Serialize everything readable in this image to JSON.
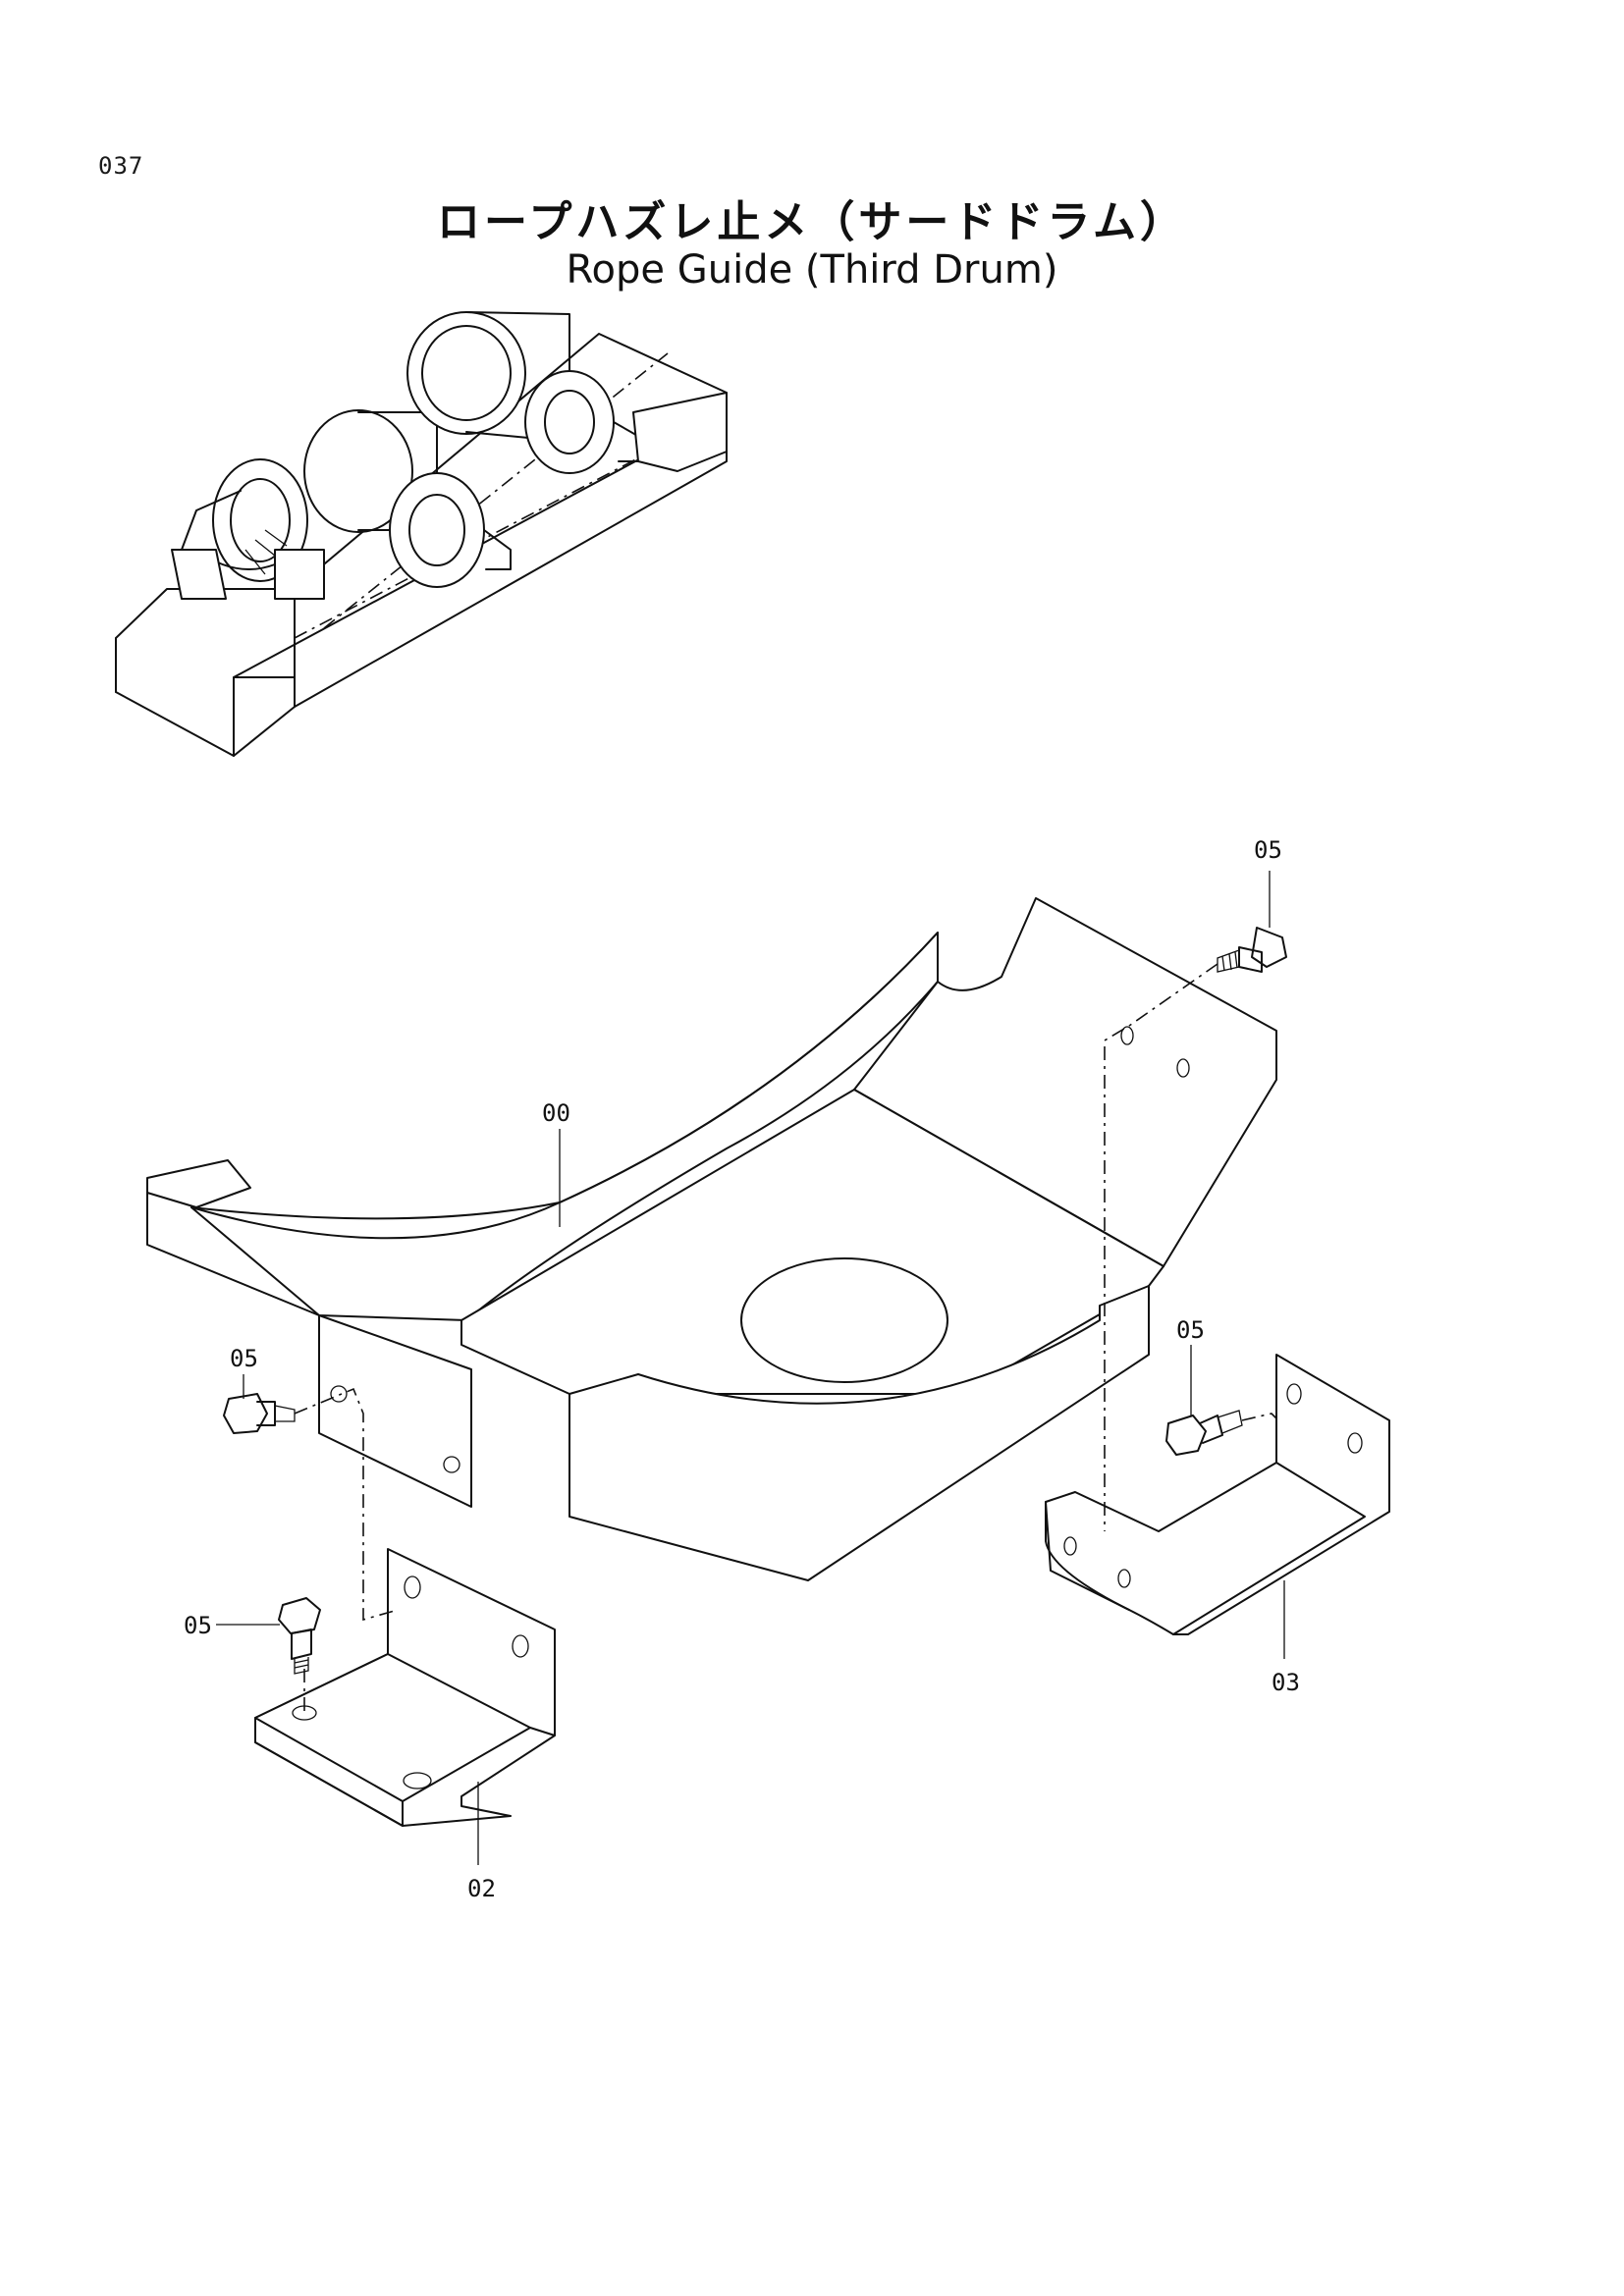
{
  "page": {
    "number": "037"
  },
  "title": {
    "japanese": "ロープハズレ止メ（サードドラム）",
    "english": "Rope Guide (Third Drum)"
  },
  "callouts": [
    {
      "id": "c-00",
      "label": "00"
    },
    {
      "id": "c-02",
      "label": "02"
    },
    {
      "id": "c-03",
      "label": "03"
    },
    {
      "id": "c-05-top",
      "label": "05"
    },
    {
      "id": "c-05-left",
      "label": "05"
    },
    {
      "id": "c-05-right",
      "label": "05"
    },
    {
      "id": "c-05-bottom",
      "label": "05"
    }
  ]
}
